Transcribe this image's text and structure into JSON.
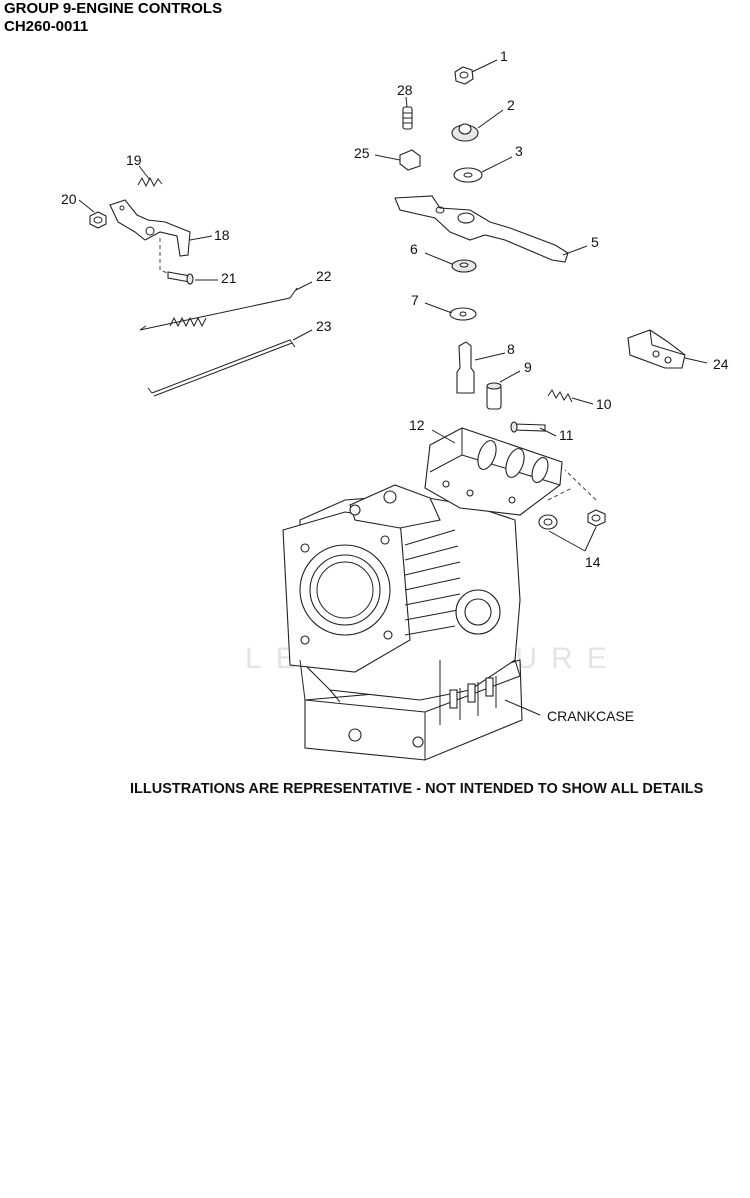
{
  "header": {
    "title": "GROUP 9-ENGINE CONTROLS",
    "subtitle": "CH260-0011"
  },
  "callouts": {
    "c1": "1",
    "c2": "2",
    "c3": "3",
    "c5": "5",
    "c6": "6",
    "c7": "7",
    "c8": "8",
    "c9": "9",
    "c10": "10",
    "c11": "11",
    "c12": "12",
    "c14": "14",
    "c18": "18",
    "c19": "19",
    "c20": "20",
    "c21": "21",
    "c22": "22",
    "c23": "23",
    "c24": "24",
    "c25": "25",
    "c28": "28"
  },
  "crankcase_label": "CRANKCASE",
  "watermark": "LEADVENTURE",
  "footer_note": "ILLUSTRATIONS ARE REPRESENTATIVE - NOT INTENDED TO SHOW ALL DETAILS"
}
